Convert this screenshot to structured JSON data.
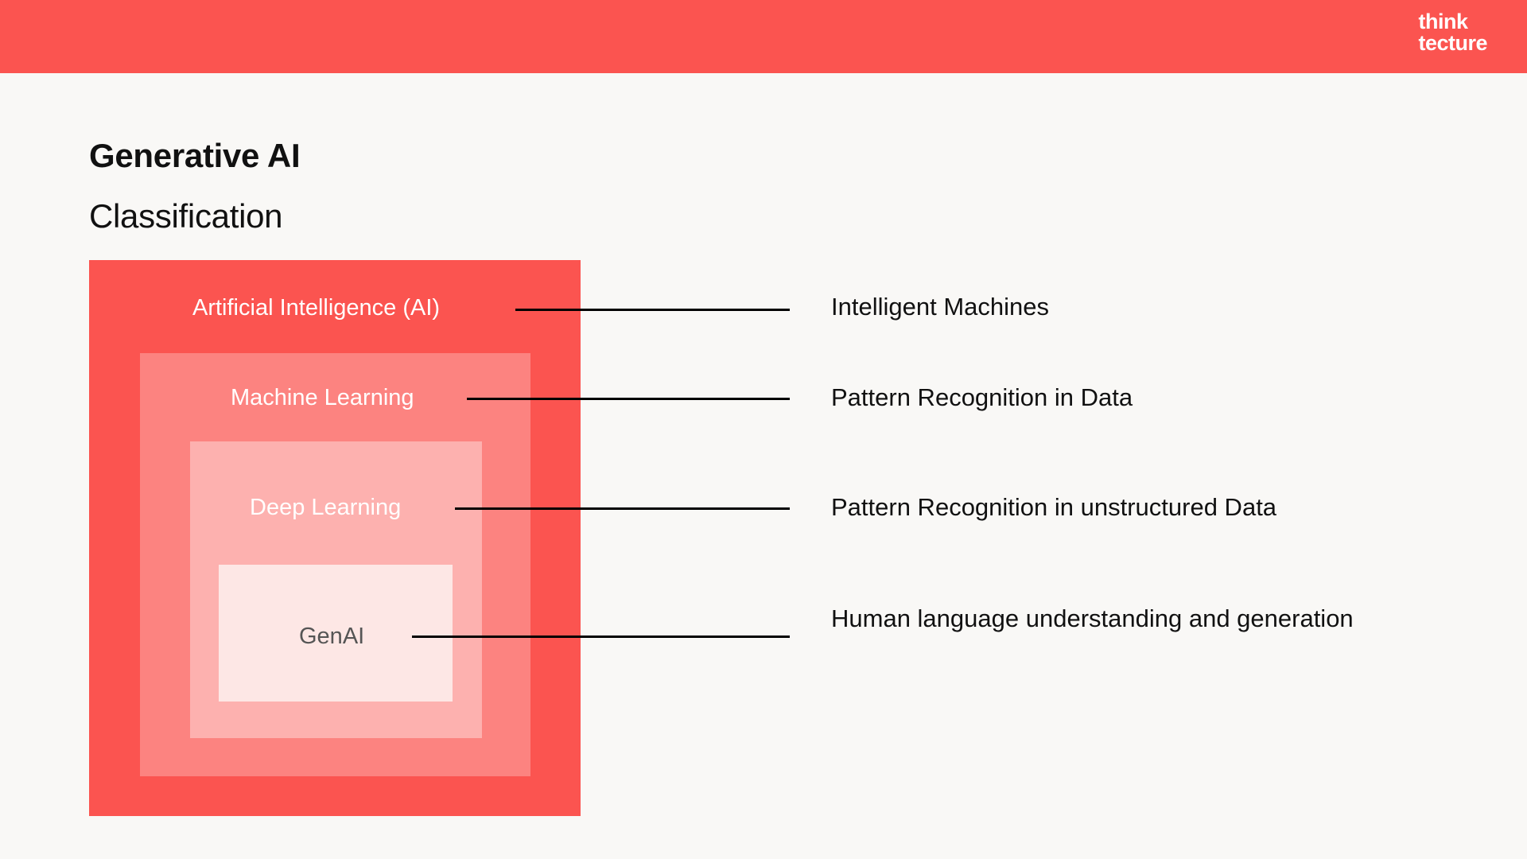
{
  "brand": {
    "logo_line1": "think",
    "logo_line2": "tecture",
    "bar_color": "#FB5450"
  },
  "heading": {
    "title": "Generative AI",
    "subtitle": "Classification"
  },
  "diagram": {
    "type": "nested-rectangles",
    "background": "#F9F8F6",
    "layers": [
      {
        "label": "Artificial Intelligence (AI)",
        "color": "#FB5450",
        "text_color": "#FFFFFF",
        "level": 1
      },
      {
        "label": "Machine Learning",
        "color": "#FC8380",
        "text_color": "#FFFFFF",
        "level": 2
      },
      {
        "label": "Deep Learning",
        "color": "#FDB1AF",
        "text_color": "#FFFFFF",
        "level": 3
      },
      {
        "label": "GenAI",
        "color": "#FDE7E5",
        "text_color": "#555555",
        "level": 4
      }
    ],
    "descriptions": [
      "Intelligent Machines",
      "Pattern Recognition in Data",
      "Pattern Recognition in unstructured Data",
      "Human language understanding and generation"
    ]
  }
}
